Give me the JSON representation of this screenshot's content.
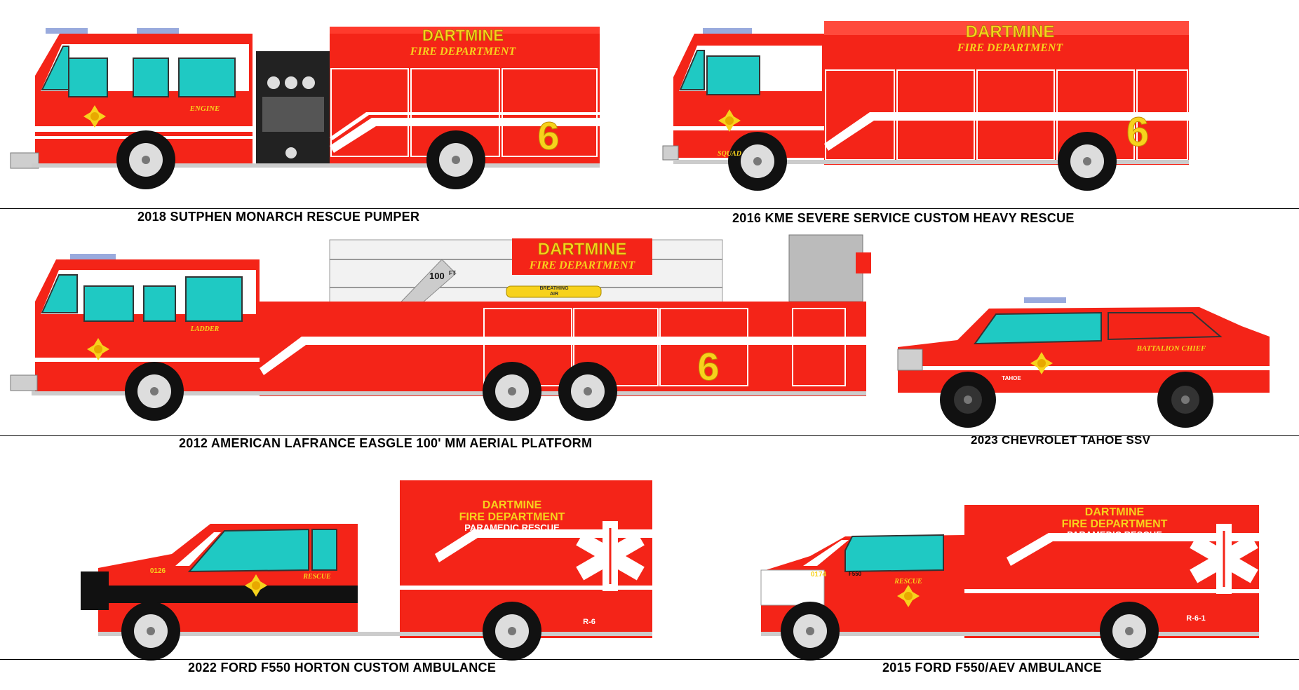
{
  "colors": {
    "red": "#f42418",
    "dark_red": "#c8140c",
    "gold": "#f7d21c",
    "teal": "#1fc9c3",
    "white": "#ffffff",
    "black": "#111111",
    "chrome": "#cfcfcf"
  },
  "department": {
    "name": "DARTMINE",
    "subtitle": "FIRE DEPARTMENT",
    "ambulance_subtitle": "PARAMEDIC RESCUE"
  },
  "vehicles": [
    {
      "id": "engine",
      "caption": "2018 SUTPHEN MONARCH RESCUE PUMPER",
      "cab_label": "ENGINE",
      "unit_number": "6",
      "icon": "maltese-cross-icon"
    },
    {
      "id": "squad",
      "caption": "2016 KME SEVERE SERVICE CUSTOM HEAVY RESCUE",
      "cab_label": "SQUAD",
      "unit_number": "6",
      "icon": "maltese-cross-icon"
    },
    {
      "id": "ladder",
      "caption": "2012 AMERICAN LAFRANCE EASGLE 100' MM AERIAL PLATFORM",
      "cab_label": "LADDER",
      "unit_number": "6",
      "boom_label": "100",
      "boom_unit": "FT",
      "tank_label_1": "BREATHING",
      "tank_label_2": "AIR",
      "icon": "maltese-cross-icon"
    },
    {
      "id": "tahoe",
      "caption": "2023 CHEVROLET TAHOE SSV",
      "door_label": "BATTALION CHIEF",
      "model_badge": "TAHOE",
      "icon": "maltese-cross-icon"
    },
    {
      "id": "medic-horton",
      "caption": "2022 FORD F550 HORTON CUSTOM AMBULANCE",
      "cab_label": "RESCUE",
      "cab_number": "0126",
      "unit_id": "R-6",
      "icon": "star-of-life-icon"
    },
    {
      "id": "medic-aev",
      "caption": "2015 FORD F550/AEV AMBULANCE",
      "cab_label": "RESCUE",
      "cab_number": "0174",
      "cab_badge": "F550",
      "unit_id": "R-6-1",
      "icon": "star-of-life-icon"
    }
  ]
}
